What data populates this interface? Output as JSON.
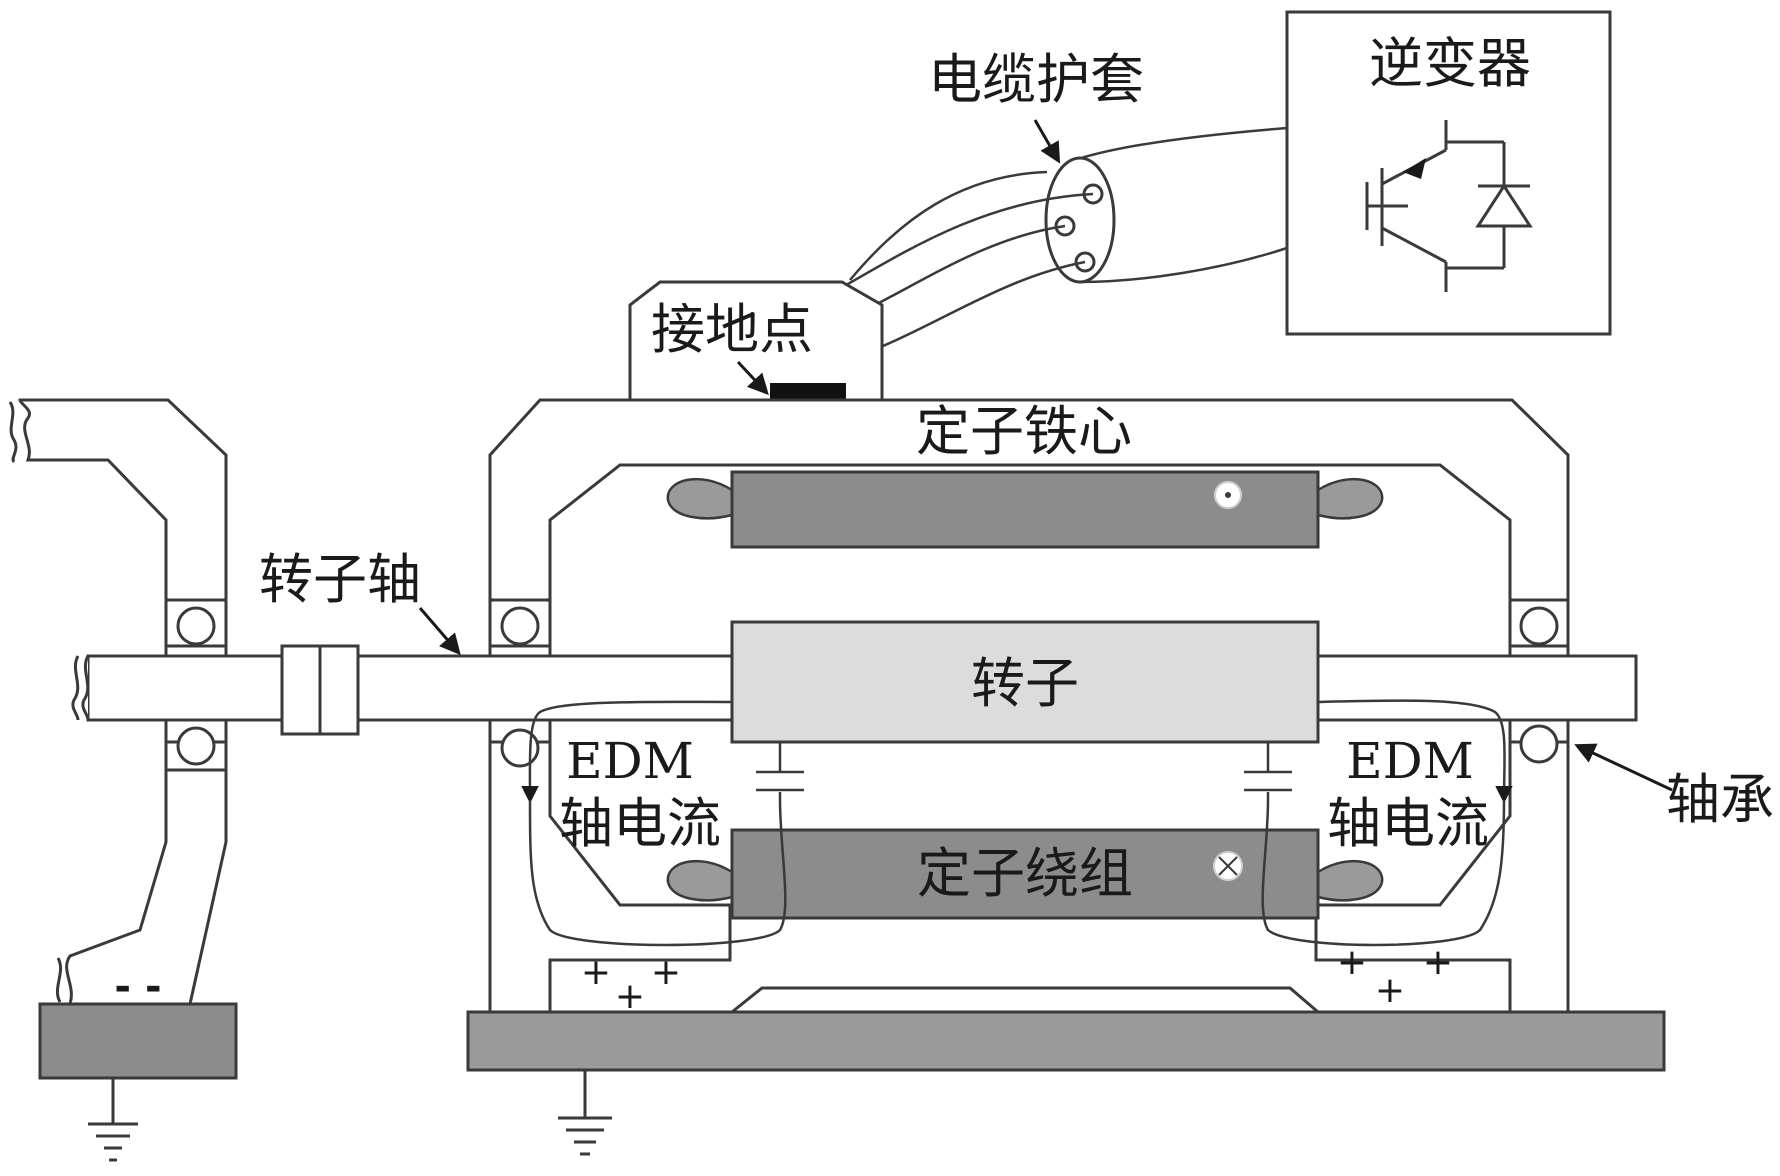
{
  "labels": {
    "inverter": "逆变器",
    "cable_jacket": "电缆护套",
    "ground_point": "接地点",
    "stator_core": "定子铁心",
    "rotor_shaft": "转子轴",
    "rotor": "转子",
    "edm_left_line1": "EDM",
    "edm_left_line2": "轴电流",
    "edm_right_line1": "EDM",
    "edm_right_line2": "轴电流",
    "stator_winding": "定子绕组",
    "bearing": "轴承"
  },
  "charges": {
    "negative_left": "- -",
    "positive_symbol": "+"
  },
  "colors": {
    "line": "#3a3a3a",
    "frame_fill": "#ffffff",
    "winding_fill": "#8c8c8c",
    "rotor_fill": "#dcdcdc",
    "base_fill": "#9a9a9a",
    "ground_block_fill": "#8c8c8c",
    "end_turn_fill": "#9a9a9a"
  }
}
